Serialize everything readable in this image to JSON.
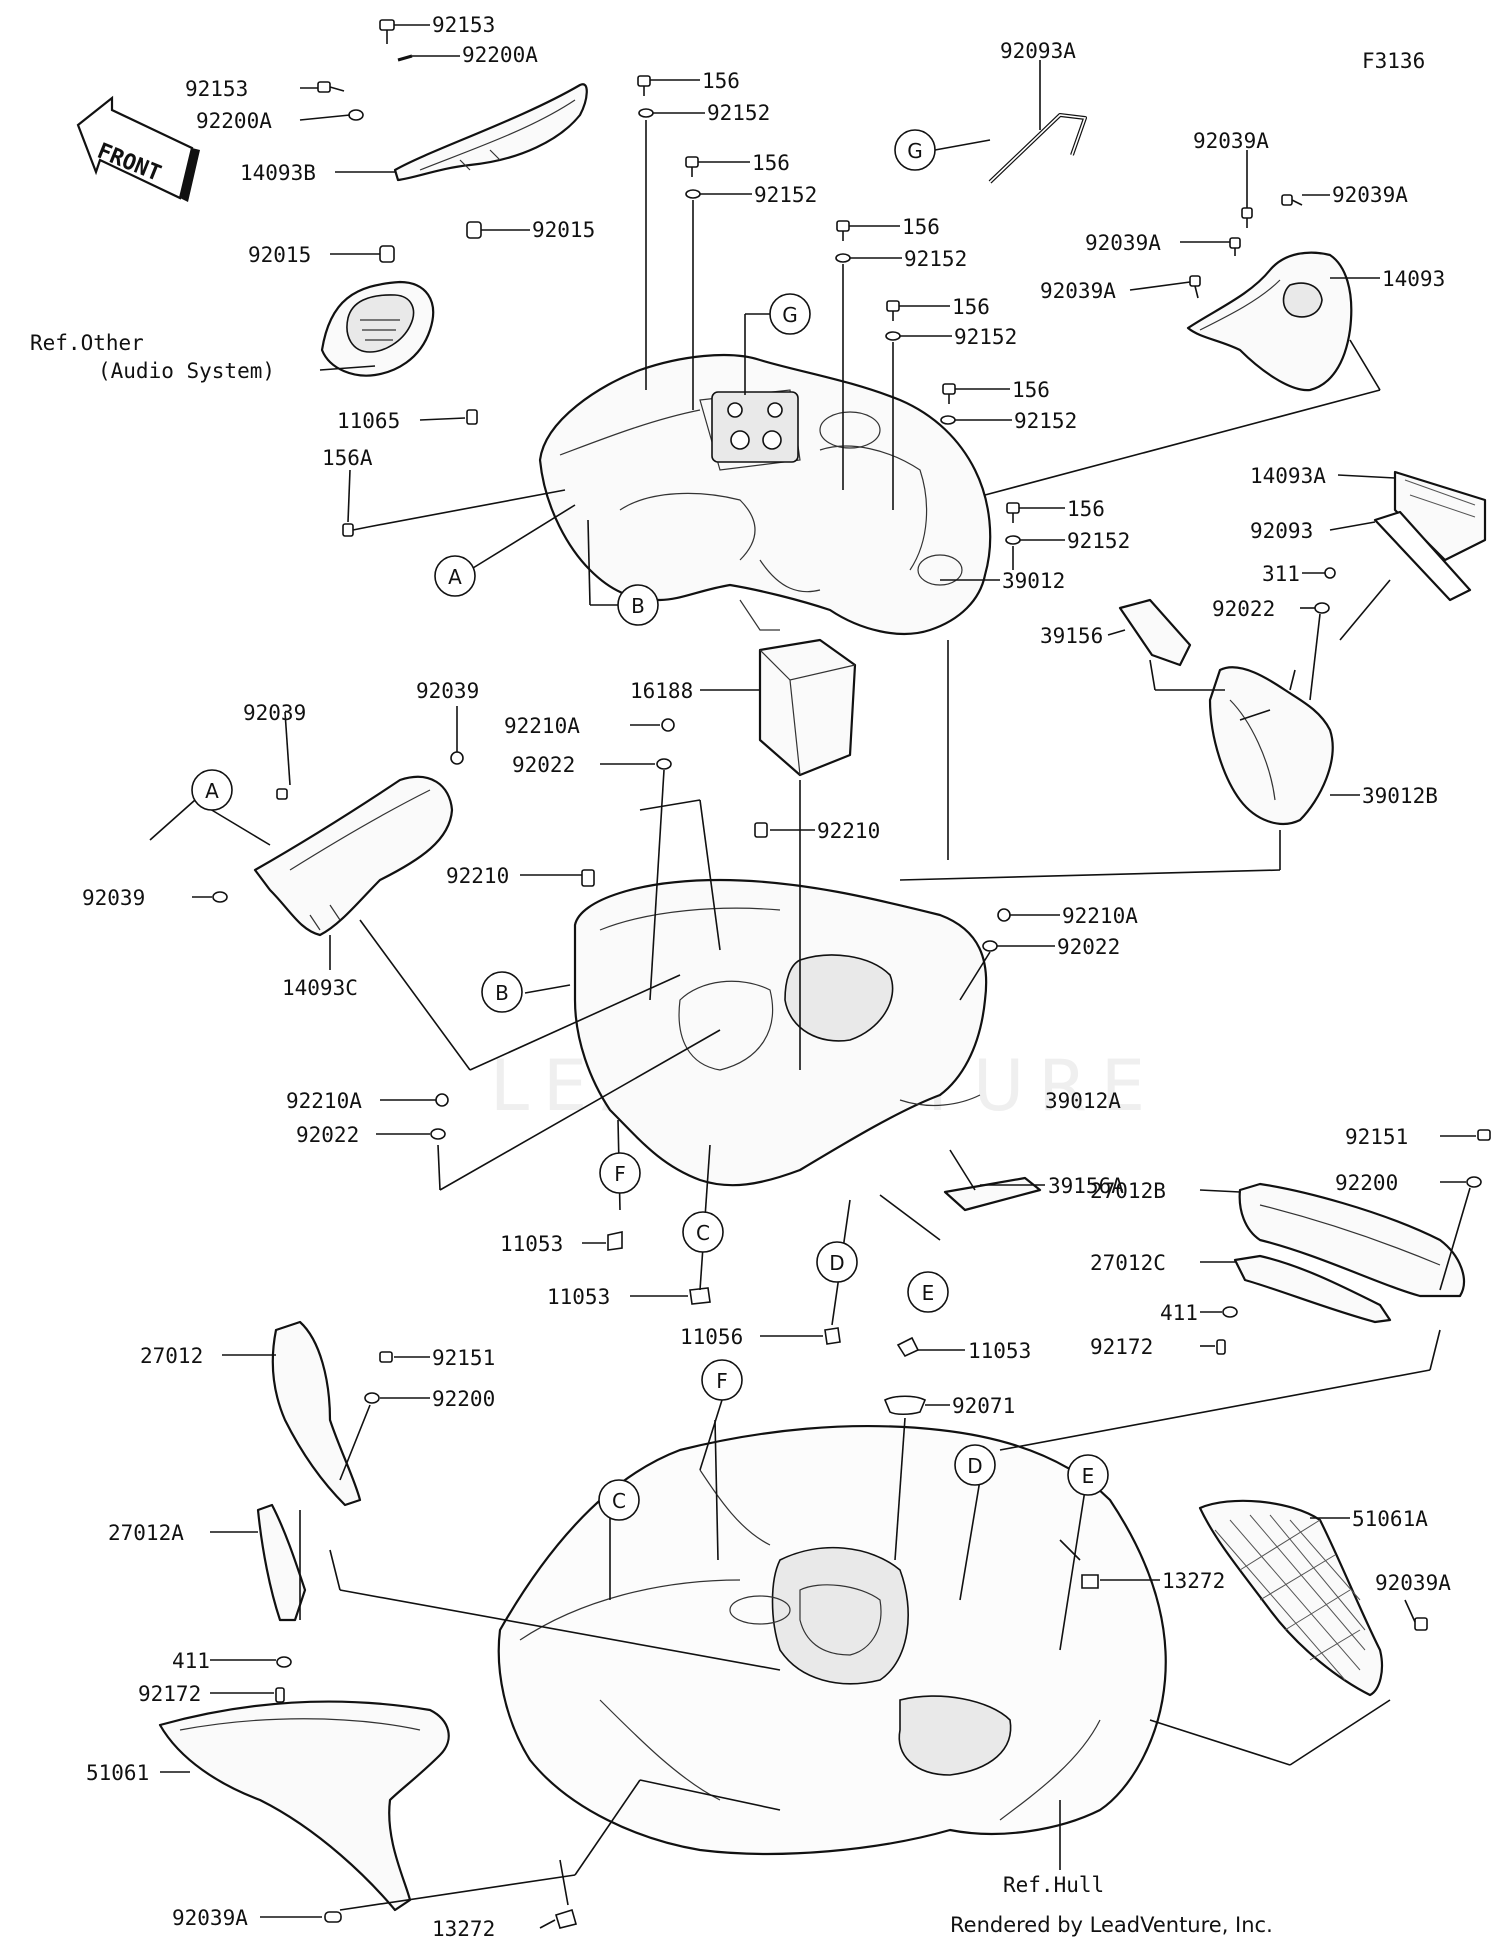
{
  "diagram": {
    "code": "F3136",
    "front_label": "FRONT",
    "watermark": "LEADVENTURE",
    "footer": "Rendered by LeadVenture, Inc.",
    "ref_audio_line1": "Ref.Other",
    "ref_audio_line2": "(Audio System)",
    "ref_hull": "Ref.Hull"
  },
  "labels": [
    {
      "id": "l1",
      "text": "92153"
    },
    {
      "id": "l2",
      "text": "92200A"
    },
    {
      "id": "l3",
      "text": "92153"
    },
    {
      "id": "l4",
      "text": "92200A"
    },
    {
      "id": "l5",
      "text": "14093B"
    },
    {
      "id": "l6",
      "text": "92015"
    },
    {
      "id": "l7",
      "text": "92015"
    },
    {
      "id": "l8",
      "text": "Ref.Other"
    },
    {
      "id": "l9",
      "text": "(Audio System)"
    },
    {
      "id": "l10",
      "text": "11065"
    },
    {
      "id": "l11",
      "text": "156A"
    },
    {
      "id": "l12",
      "text": "156"
    },
    {
      "id": "l13",
      "text": "92152"
    },
    {
      "id": "l14",
      "text": "156"
    },
    {
      "id": "l15",
      "text": "92152"
    },
    {
      "id": "l16",
      "text": "156"
    },
    {
      "id": "l17",
      "text": "92152"
    },
    {
      "id": "l18",
      "text": "156"
    },
    {
      "id": "l19",
      "text": "92152"
    },
    {
      "id": "l20",
      "text": "156"
    },
    {
      "id": "l21",
      "text": "92152"
    },
    {
      "id": "l22",
      "text": "156"
    },
    {
      "id": "l23",
      "text": "92152"
    },
    {
      "id": "l24",
      "text": "92093A"
    },
    {
      "id": "l25",
      "text": "92039A"
    },
    {
      "id": "l26",
      "text": "92039A"
    },
    {
      "id": "l27",
      "text": "92039A"
    },
    {
      "id": "l28",
      "text": "92039A"
    },
    {
      "id": "l29",
      "text": "14093"
    },
    {
      "id": "l30",
      "text": "14093A"
    },
    {
      "id": "l31",
      "text": "92093"
    },
    {
      "id": "l32",
      "text": "311"
    },
    {
      "id": "l33",
      "text": "92022"
    },
    {
      "id": "l34",
      "text": "39156"
    },
    {
      "id": "l35",
      "text": "39012"
    },
    {
      "id": "l36",
      "text": "39012B"
    },
    {
      "id": "l37",
      "text": "16188"
    },
    {
      "id": "l38",
      "text": "92210A"
    },
    {
      "id": "l39",
      "text": "92022"
    },
    {
      "id": "l40",
      "text": "92210"
    },
    {
      "id": "l41",
      "text": "92210"
    },
    {
      "id": "l42",
      "text": "92210A"
    },
    {
      "id": "l43",
      "text": "92022"
    },
    {
      "id": "l44",
      "text": "92039"
    },
    {
      "id": "l45",
      "text": "92039"
    },
    {
      "id": "l46",
      "text": "92039"
    },
    {
      "id": "l47",
      "text": "14093C"
    },
    {
      "id": "l48",
      "text": "92210A"
    },
    {
      "id": "l49",
      "text": "92022"
    },
    {
      "id": "l50",
      "text": "39012A"
    },
    {
      "id": "l51",
      "text": "39156A"
    },
    {
      "id": "l52",
      "text": "11053"
    },
    {
      "id": "l53",
      "text": "11053"
    },
    {
      "id": "l54",
      "text": "11056"
    },
    {
      "id": "l55",
      "text": "11053"
    },
    {
      "id": "l56",
      "text": "92151"
    },
    {
      "id": "l57",
      "text": "92200"
    },
    {
      "id": "l58",
      "text": "27012B"
    },
    {
      "id": "l59",
      "text": "27012C"
    },
    {
      "id": "l60",
      "text": "411"
    },
    {
      "id": "l61",
      "text": "92172"
    },
    {
      "id": "l62",
      "text": "27012"
    },
    {
      "id": "l63",
      "text": "92151"
    },
    {
      "id": "l64",
      "text": "92200"
    },
    {
      "id": "l65",
      "text": "27012A"
    },
    {
      "id": "l66",
      "text": "411"
    },
    {
      "id": "l67",
      "text": "92172"
    },
    {
      "id": "l68",
      "text": "51061"
    },
    {
      "id": "l69",
      "text": "92039A"
    },
    {
      "id": "l70",
      "text": "13272"
    },
    {
      "id": "l71",
      "text": "92071"
    },
    {
      "id": "l72",
      "text": "13272"
    },
    {
      "id": "l73",
      "text": "51061A"
    },
    {
      "id": "l74",
      "text": "92039A"
    },
    {
      "id": "l75",
      "text": "Ref.Hull"
    }
  ],
  "callouts": [
    {
      "id": "c1",
      "text": "A"
    },
    {
      "id": "c2",
      "text": "B"
    },
    {
      "id": "c3",
      "text": "G"
    },
    {
      "id": "c4",
      "text": "G"
    },
    {
      "id": "c5",
      "text": "A"
    },
    {
      "id": "c6",
      "text": "B"
    },
    {
      "id": "c7",
      "text": "F"
    },
    {
      "id": "c8",
      "text": "C"
    },
    {
      "id": "c9",
      "text": "D"
    },
    {
      "id": "c10",
      "text": "E"
    },
    {
      "id": "c11",
      "text": "F"
    },
    {
      "id": "c12",
      "text": "C"
    },
    {
      "id": "c13",
      "text": "D"
    },
    {
      "id": "c14",
      "text": "E"
    }
  ]
}
